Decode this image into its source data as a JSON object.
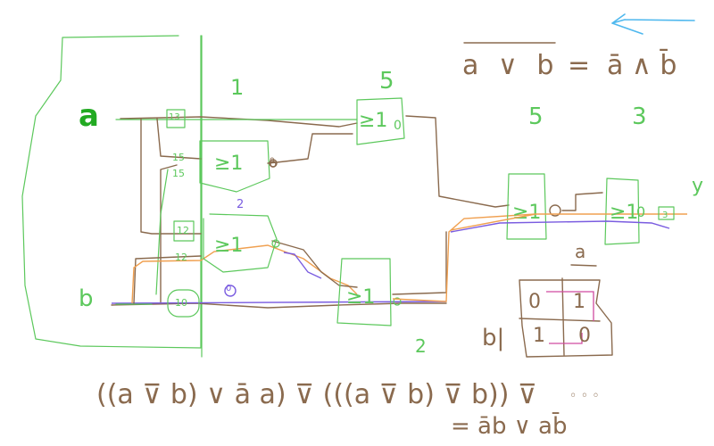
{
  "inputs": {
    "a": "a",
    "b": "b"
  },
  "output": "y",
  "gate_label": "≥1",
  "numbers": {
    "n1": "1",
    "n2": "2",
    "n2b": "2",
    "n5a": "5",
    "n5b": "5",
    "n3": "3",
    "zero": "0"
  },
  "pin_labels": {
    "p13": "13",
    "p15a": "15",
    "p15b": "15",
    "p12a": "12",
    "p12b": "12",
    "p10": "10",
    "p3": "3"
  },
  "gate_outputs": {
    "g1": "0",
    "g2": "0",
    "g3": "0",
    "g4": "0",
    "g5": "0"
  },
  "identity": {
    "lhs": "a ∨ b",
    "eq": "=",
    "rhs": "ā ∧ b̄"
  },
  "formula": {
    "line1": "((a ⊽ b) ∨ ā a) ⊽ (((a ⊽ b) ⊽ b)) ⊽",
    "trail": "◦ ◦ ◦",
    "line2": "= āb ∨ ab̄"
  },
  "kmap": {
    "col_label": "a",
    "row_label": "b|",
    "cells": [
      "0",
      "1",
      "1",
      "0"
    ]
  },
  "colors": {
    "green": "#5cc85c",
    "brown": "#8a6a4e",
    "orange": "#f0a050",
    "purple": "#7a5ce0",
    "pink": "#d04aa0",
    "blue": "#4fb8ee"
  }
}
